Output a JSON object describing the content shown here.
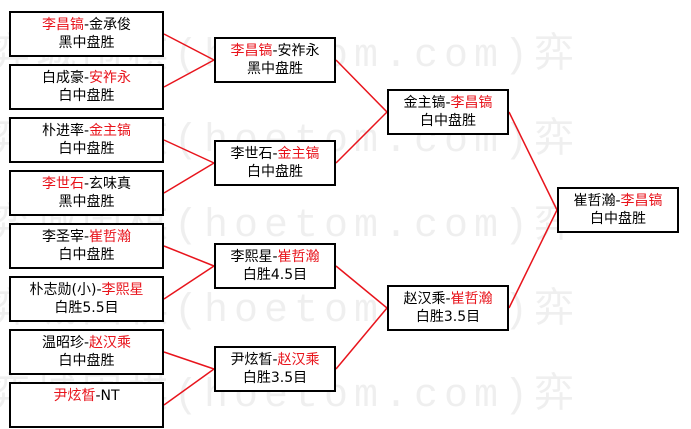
{
  "watermark": {
    "lines": [
      "弈城围棋(hoetom.com)弈",
      "弈城围棋(hoetom.com)弈",
      "弈城围棋(hoetom.com)弈",
      "弈城围棋(hoetom.com)弈",
      "弈城围棋(hoetom.com)弈"
    ]
  },
  "colors": {
    "winner": "#e8141c",
    "connector": "#e8141c",
    "border": "#000000"
  },
  "rounds": [
    {
      "name": "round-1",
      "matches": [
        {
          "players": [
            {
              "name": "李昌镐",
              "winner": true
            },
            {
              "name": "金承俊",
              "winner": false
            }
          ],
          "result": "黑中盘胜"
        },
        {
          "players": [
            {
              "name": "白成豪",
              "winner": false
            },
            {
              "name": "安祚永",
              "winner": true
            }
          ],
          "result": "白中盘胜"
        },
        {
          "players": [
            {
              "name": "朴进率",
              "winner": false
            },
            {
              "name": "金主镐",
              "winner": true
            }
          ],
          "result": "白中盘胜"
        },
        {
          "players": [
            {
              "name": "李世石",
              "winner": true
            },
            {
              "name": "玄味真",
              "winner": false
            }
          ],
          "result": "黑中盘胜"
        },
        {
          "players": [
            {
              "name": "李圣宰",
              "winner": false
            },
            {
              "name": "崔哲瀚",
              "winner": true
            }
          ],
          "result": "白中盘胜"
        },
        {
          "players": [
            {
              "name": "朴志勋(小)",
              "winner": false
            },
            {
              "name": "李熙星",
              "winner": true
            }
          ],
          "result": "白胜5.5目"
        },
        {
          "players": [
            {
              "name": "温昭珍",
              "winner": false
            },
            {
              "name": "赵汉乘",
              "winner": true
            }
          ],
          "result": "白中盘胜"
        },
        {
          "players": [
            {
              "name": "尹炫晳",
              "winner": true
            },
            {
              "name": "NT",
              "winner": false
            }
          ],
          "result": ""
        }
      ]
    },
    {
      "name": "round-2",
      "matches": [
        {
          "players": [
            {
              "name": "李昌镐",
              "winner": true
            },
            {
              "name": "安祚永",
              "winner": false
            }
          ],
          "result": "黑中盘胜"
        },
        {
          "players": [
            {
              "name": "李世石",
              "winner": false
            },
            {
              "name": "金主镐",
              "winner": true
            }
          ],
          "result": "白中盘胜"
        },
        {
          "players": [
            {
              "name": "李熙星",
              "winner": false
            },
            {
              "name": "崔哲瀚",
              "winner": true
            }
          ],
          "result": "白胜4.5目"
        },
        {
          "players": [
            {
              "name": "尹炫晳",
              "winner": false
            },
            {
              "name": "赵汉乘",
              "winner": true
            }
          ],
          "result": "白胜3.5目"
        }
      ]
    },
    {
      "name": "round-3",
      "matches": [
        {
          "players": [
            {
              "name": "金主镐",
              "winner": false
            },
            {
              "name": "李昌镐",
              "winner": true
            }
          ],
          "result": "白中盘胜"
        },
        {
          "players": [
            {
              "name": "赵汉乘",
              "winner": false
            },
            {
              "name": "崔哲瀚",
              "winner": true
            }
          ],
          "result": "白胜3.5目"
        }
      ]
    },
    {
      "name": "final",
      "matches": [
        {
          "players": [
            {
              "name": "崔哲瀚",
              "winner": false
            },
            {
              "name": "李昌镐",
              "winner": true
            }
          ],
          "result": "白中盘胜"
        }
      ]
    }
  ]
}
